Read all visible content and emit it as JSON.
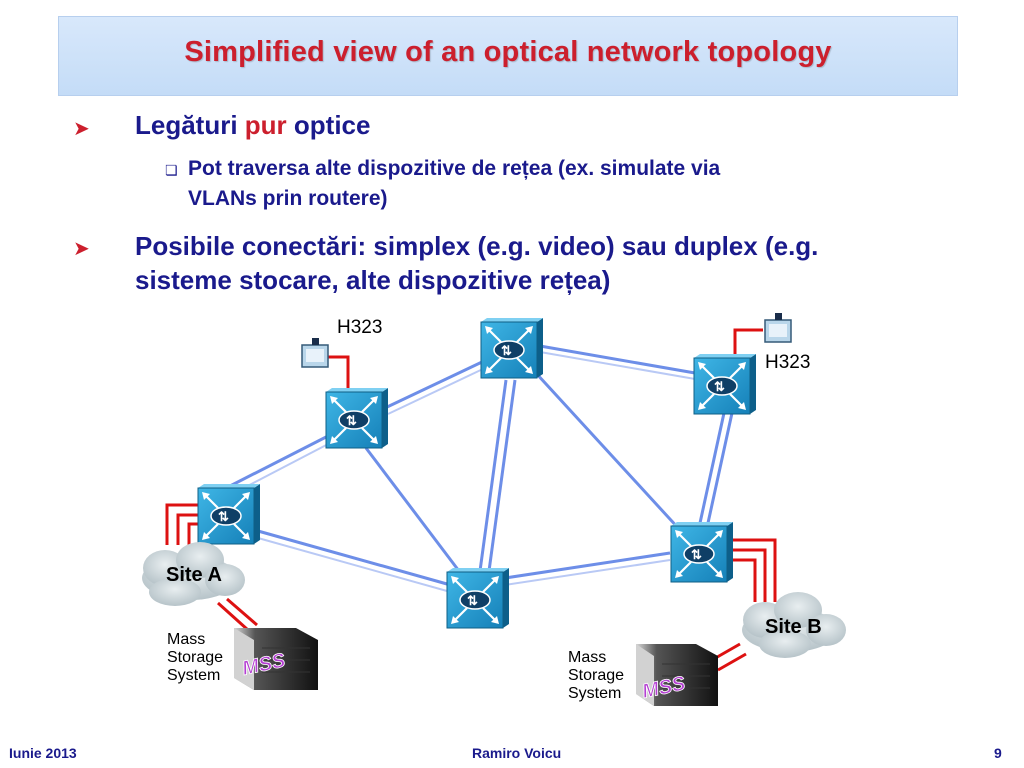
{
  "slide": {
    "title": "Simplified view of an optical network topology",
    "bullet1": {
      "prefix": "Legături ",
      "highlight": "pur",
      "suffix": " optice"
    },
    "sub1": {
      "line1": "Pot traversa alte dispozitive de rețea (ex. simulate via",
      "line2": "VLANs prin routere)"
    },
    "bullet2": "Posibile conectări: simplex (e.g. video) sau duplex (e.g. sisteme stocare, alte dispozitive rețea)"
  },
  "diagram": {
    "h323_left": "H323",
    "h323_right": "H323",
    "site_a": "Site A",
    "site_b": "Site B",
    "mss_a": {
      "line1": "Mass",
      "line2": "Storage",
      "line3": "System",
      "badge": "MSS"
    },
    "mss_b": {
      "line1": "Mass",
      "line2": "Storage",
      "line3": "System",
      "badge": "MSS"
    }
  },
  "footer": {
    "date": "Iunie 2013",
    "author": "Ramiro Voicu",
    "page": "9"
  },
  "colors": {
    "title": "#cc1f2d",
    "text": "#1a1a8c",
    "link_blue": "#6d8ee8",
    "link_red": "#dd1111"
  }
}
